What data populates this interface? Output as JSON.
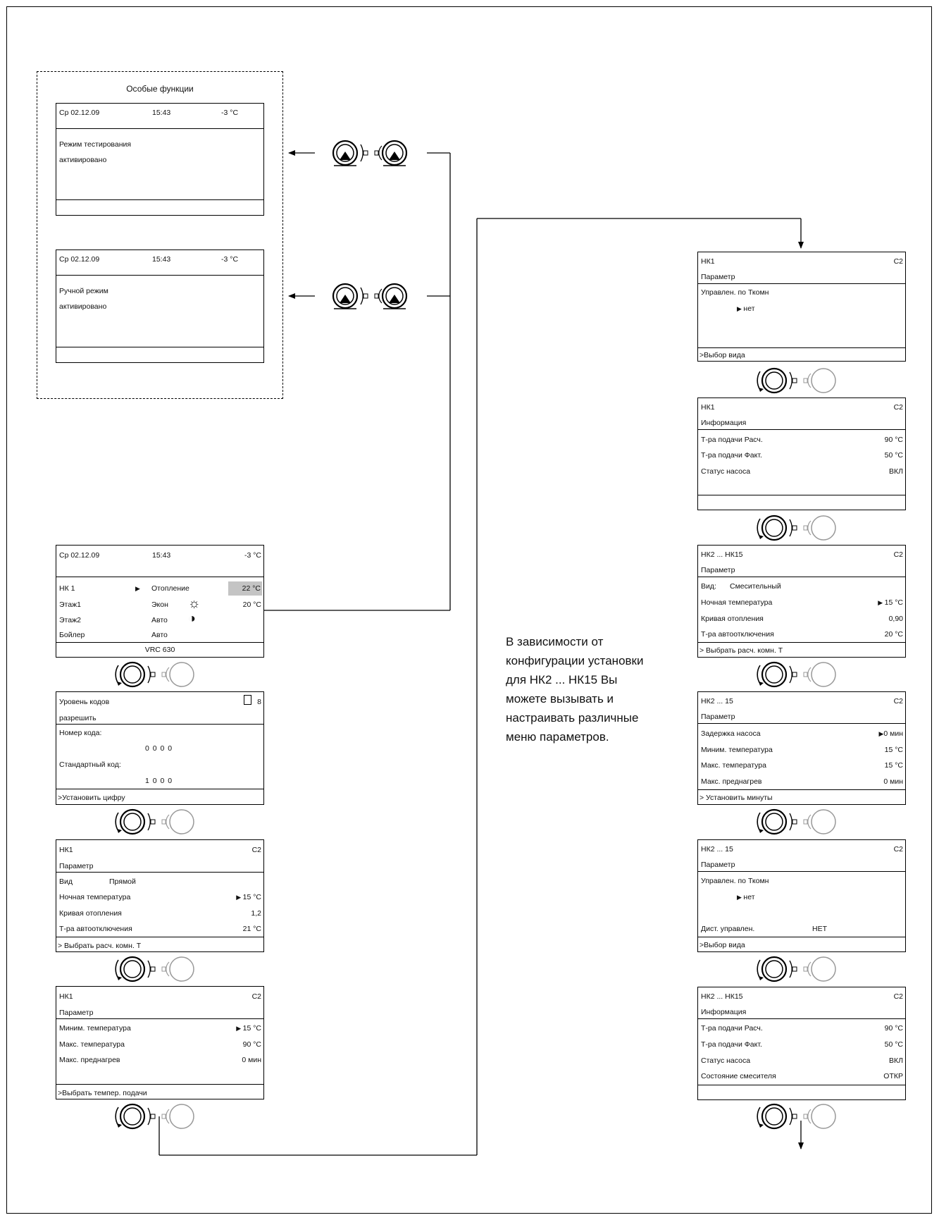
{
  "special": {
    "title": "Особые функции",
    "screen1": {
      "date": "Ср 02.12.09",
      "time": "15:43",
      "temp": "-3 °C",
      "line1": "Режим тестирования",
      "line2": "активировано"
    },
    "screen2": {
      "date": "Ср 02.12.09",
      "time": "15:43",
      "temp": "-3 °C",
      "line1": "Ручной режим",
      "line2": "активировано"
    }
  },
  "main": {
    "date": "Ср 02.12.09",
    "time": "15:43",
    "temp": "-3 °C",
    "rows": [
      {
        "name": "НК 1",
        "mode": "Отопление",
        "value": "22 °C"
      },
      {
        "name": "Этаж1",
        "mode": "Экон",
        "value": "20 °C"
      },
      {
        "name": "Этаж2",
        "mode": "Авто",
        "value": ""
      },
      {
        "name": "Бойлер",
        "mode": "Авто",
        "value": ""
      }
    ],
    "footer": "VRC 630"
  },
  "code": {
    "title": "Уровень кодов",
    "badge": "8",
    "sub": "разрешить",
    "label1": "Номер кода:",
    "value1": "0 0 0 0",
    "label2": "Стандартный код:",
    "value2": "1 0 0 0",
    "footer": ">Установить цифру"
  },
  "hk1a": {
    "title": "НК1",
    "page": "C2",
    "sub": "Параметр",
    "vid_label": "Вид",
    "vid_value": "Прямой",
    "rows": [
      {
        "label": "Ночная температура",
        "value": "15 °C"
      },
      {
        "label": "Кривая отопления",
        "value": "1,2"
      },
      {
        "label": "Т-ра автоотключения",
        "value": "21 °C"
      }
    ],
    "footer": "> Выбрать расч. комн. Т"
  },
  "hk1b": {
    "title": "НК1",
    "page": "C2",
    "sub": "Параметр",
    "rows": [
      {
        "label": "Миним. температура",
        "value": "15 °C"
      },
      {
        "label": "Макс. температура",
        "value": "90 °C"
      },
      {
        "label": "Макс. преднагрев",
        "value": "0 мин"
      }
    ],
    "footer": ">Выбрать темпер. подачи"
  },
  "r1": {
    "title": "НК1",
    "page": "C2",
    "sub": "Параметр",
    "label": "Управлен. по Ткомн",
    "value": "нет",
    "footer": ">Выбор вида"
  },
  "r2": {
    "title": "НК1",
    "page": "C2",
    "sub": "Информация",
    "rows": [
      {
        "label": "Т-ра подачи Расч.",
        "value": "90 °C"
      },
      {
        "label": "Т-ра подачи Факт.",
        "value": "50 °C"
      },
      {
        "label": "Статус насоса",
        "value": "ВКЛ"
      }
    ]
  },
  "r3": {
    "title": "НК2 ... НК15",
    "page": "C2",
    "sub": "Параметр",
    "vid_label": "Вид:",
    "vid_value": "Смесительный",
    "rows": [
      {
        "label": "Ночная температура",
        "value": "15 °C"
      },
      {
        "label": "Кривая отопления",
        "value": "0,90"
      },
      {
        "label": "Т-ра автоотключения",
        "value": "20 °C"
      }
    ],
    "footer": "> Выбрать расч. комн. Т"
  },
  "r4": {
    "title": "НК2 ... 15",
    "page": "C2",
    "sub": "Параметр",
    "rows": [
      {
        "label": "Задержка насоса",
        "value": "0 мин"
      },
      {
        "label": "Миним. температура",
        "value": "15 °C"
      },
      {
        "label": "Макс. температура",
        "value": "15 °C"
      },
      {
        "label": "Макс. преднагрев",
        "value": "0 мин"
      }
    ],
    "footer": "> Установить минуты"
  },
  "r5": {
    "title": "НК2 ... 15",
    "page": "C2",
    "sub": "Параметр",
    "label": "Управлен. по Ткомн",
    "value": "нет",
    "dist_label": "Дист. управлен.",
    "dist_value": "НЕТ",
    "footer": ">Выбор вида"
  },
  "r6": {
    "title": "НК2 ... НК15",
    "page": "C2",
    "sub": "Информация",
    "rows": [
      {
        "label": "Т-ра подачи Расч.",
        "value": "90 °C"
      },
      {
        "label": "Т-ра подачи Факт.",
        "value": "50 °C"
      },
      {
        "label": "Статус насоса",
        "value": "ВКЛ"
      },
      {
        "label": "Состояние смесителя",
        "value": "ОТКР"
      }
    ]
  },
  "note": "В зависимости от конфигурации установки для НК2 ... НК15 Вы можете вызывать и настраивать различные меню параметров."
}
